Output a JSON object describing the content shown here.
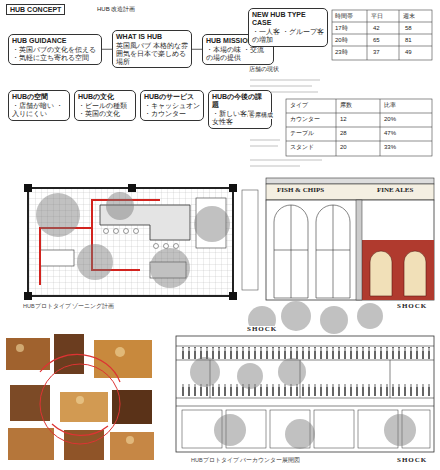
{
  "diagram": {
    "title": "HUB CONCEPT",
    "nodes": [
      {
        "text": [
          "HUB GUIDANCE",
          "・英国パブの文化を伝える ・気軽に立ち寄れる空間"
        ]
      },
      {
        "text": [
          "WHAT IS HUB",
          "英国風パブ 本格的な雰囲気を日本で楽しめる場所"
        ]
      },
      {
        "text": [
          "HUB MISSION",
          "・本場の味 ・交流の場の提供"
        ]
      },
      {
        "text": [
          "HUBの空間",
          "・店舗が暗い ・入りにくい"
        ]
      },
      {
        "text": [
          "HUBの文化",
          "・ビールの種類 ・英国の文化"
        ]
      },
      {
        "text": [
          "HUBのサービス",
          "・キャッシュオン ・カウンター"
        ]
      },
      {
        "text": [
          "HUBの今後の課題",
          "・新しい客層 ・女性客"
        ]
      },
      {
        "text": [
          "NEW HUB TYPE CASE",
          "・一人客 ・グループ客の増加"
        ]
      }
    ],
    "edges": [
      {
        "from": 1,
        "to": 0,
        "arrow": "none"
      },
      {
        "from": 1,
        "to": 2,
        "arrow": "none"
      }
    ],
    "labels": [
      "HUB 改造計画",
      "店舗の現状",
      "客席構成",
      "時間帯",
      "平日",
      "週末",
      "17時",
      "42",
      "58",
      "20時",
      "65",
      "81",
      "23時",
      "37",
      "49",
      "タイプ",
      "席数",
      "比率",
      "カウンター",
      "12",
      "20%",
      "テーブル",
      "28",
      "47%",
      "スタンド",
      "20",
      "33%",
      "FISH & CHIPS",
      "FINE ALES",
      "HUBプロトタイプ ゾーニング計画",
      "SHOCK",
      "SHOCK",
      "HUBプロトタイプ バーカウンター展開図",
      "SHOCK"
    ]
  }
}
